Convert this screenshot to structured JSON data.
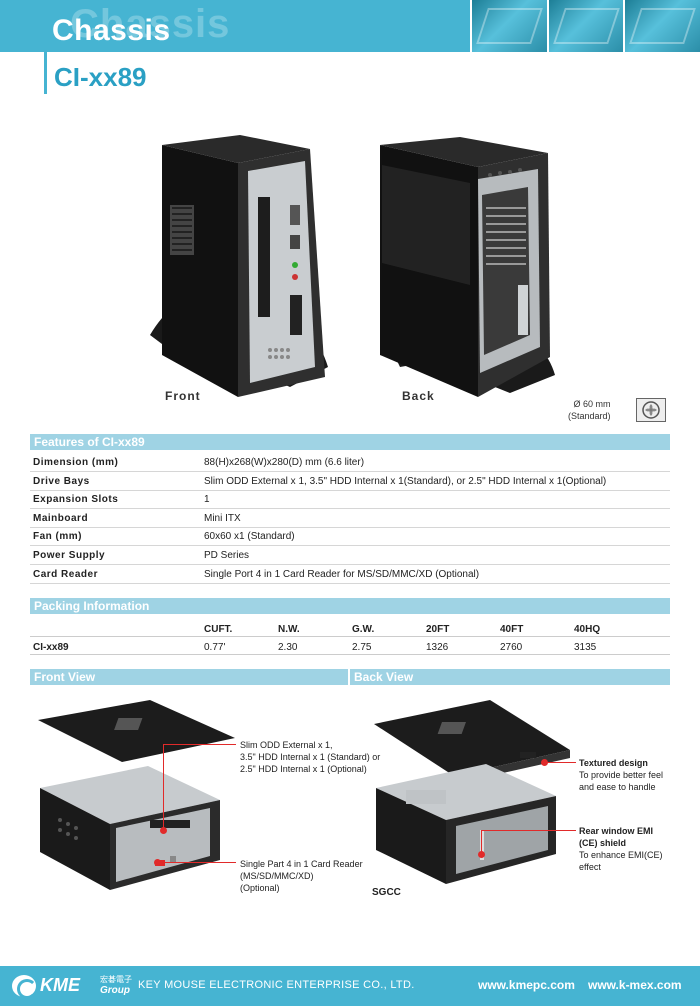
{
  "header": {
    "title": "Chassis",
    "watermark": "Chassis",
    "model": "CI-xx89"
  },
  "photos": {
    "front_label": "Front",
    "back_label": "Back",
    "fan_note_line1": "Ø 60 mm",
    "fan_note_line2": "(Standard)"
  },
  "features": {
    "heading": "Features of CI-xx89",
    "rows": [
      {
        "key": "Dimension (mm)",
        "value": "88(H)x268(W)x280(D) mm (6.6 liter)"
      },
      {
        "key": "Drive Bays",
        "value": "Slim ODD External x 1, 3.5\" HDD Internal x 1(Standard), or 2.5\" HDD Internal x 1(Optional)"
      },
      {
        "key": "Expansion Slots",
        "value": "1"
      },
      {
        "key": "Mainboard",
        "value": "Mini ITX"
      },
      {
        "key": "Fan (mm)",
        "value": "60x60 x1 (Standard)"
      },
      {
        "key": "Power Supply",
        "value": "PD Series"
      },
      {
        "key": "Card Reader",
        "value": "Single Port 4 in 1 Card Reader for MS/SD/MMC/XD (Optional)"
      }
    ]
  },
  "packing": {
    "heading": "Packing Information",
    "columns": [
      "CUFT.",
      "N.W.",
      "G.W.",
      "20FT",
      "40FT",
      "40HQ"
    ],
    "row_label": "CI-xx89",
    "values": [
      "0.77'",
      "2.30",
      "2.75",
      "1326",
      "2760",
      "3135"
    ]
  },
  "views": {
    "front_heading": "Front View",
    "back_heading": "Back View",
    "front_callout1": [
      "Slim ODD External x 1,",
      "3.5\" HDD Internal x 1 (Standard) or",
      "2.5\" HDD Internal x 1 (Optional)"
    ],
    "front_callout2": [
      "Single Part 4 in 1 Card Reader",
      "(MS/SD/MMC/XD)",
      "(Optional)"
    ],
    "back_callout1_title": "Textured design",
    "back_callout1": [
      "To provide better feel",
      "and ease to handle"
    ],
    "back_callout2_title": [
      "Rear window EMI",
      "(CE) shield"
    ],
    "back_callout2": [
      "To enhance EMI(CE)",
      "effect"
    ],
    "sgcc": "SGCC"
  },
  "footer": {
    "logo": "KME",
    "logo_cn": "宏碁電子",
    "logo_group": "Group",
    "company": "KEY MOUSE ELECTRONIC ENTERPRISE CO., LTD.",
    "url1": "www.kmepc.com",
    "url2": "www.k-mex.com"
  },
  "colors": {
    "brand": "#46b4d2",
    "section_bar": "#9fd3e4",
    "accent": "#e12a2a"
  }
}
